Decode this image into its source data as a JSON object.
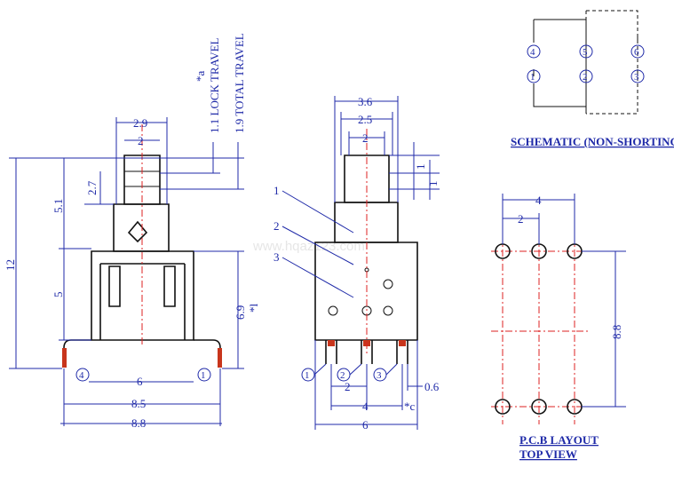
{
  "watermark": "www.hqaz123.com",
  "side_view": {
    "dims": {
      "d2_9": "2.9",
      "d2": "2",
      "d2_7": "2.7",
      "d5_1": "5.1",
      "d12": "12",
      "d5": "5",
      "d6_9": "6.9",
      "star_l": "*l",
      "d6": "6",
      "d8_5": "8.5",
      "d8_8": "8.8"
    },
    "travel": {
      "star_a": "*a",
      "lock": "1.1 LOCK TRAVEL",
      "total": "1.9 TOTAL TRAVEL"
    },
    "pins": [
      "4",
      "1"
    ]
  },
  "front_view": {
    "dims": {
      "d3_6": "3.6",
      "d2_5": "2.5",
      "d2": "2",
      "d1a": "1",
      "d1b": "1",
      "d2b": "2",
      "d0_6": "0.6",
      "d4": "4",
      "star_c": "*c",
      "d6": "6"
    },
    "callouts": [
      "1",
      "2",
      "3"
    ],
    "pins": [
      "1",
      "2",
      "3"
    ]
  },
  "schematic": {
    "pins_top": [
      "4",
      "5",
      "6"
    ],
    "pins_bottom": [
      "1",
      "2",
      "3"
    ],
    "caption": "SCHEMATIC (NON-SHORTING)"
  },
  "pcb": {
    "dims": {
      "d4": "4",
      "d2": "2",
      "d8_8": "8.8"
    },
    "caption1": "P.C.B LAYOUT",
    "caption2": "TOP VIEW"
  }
}
